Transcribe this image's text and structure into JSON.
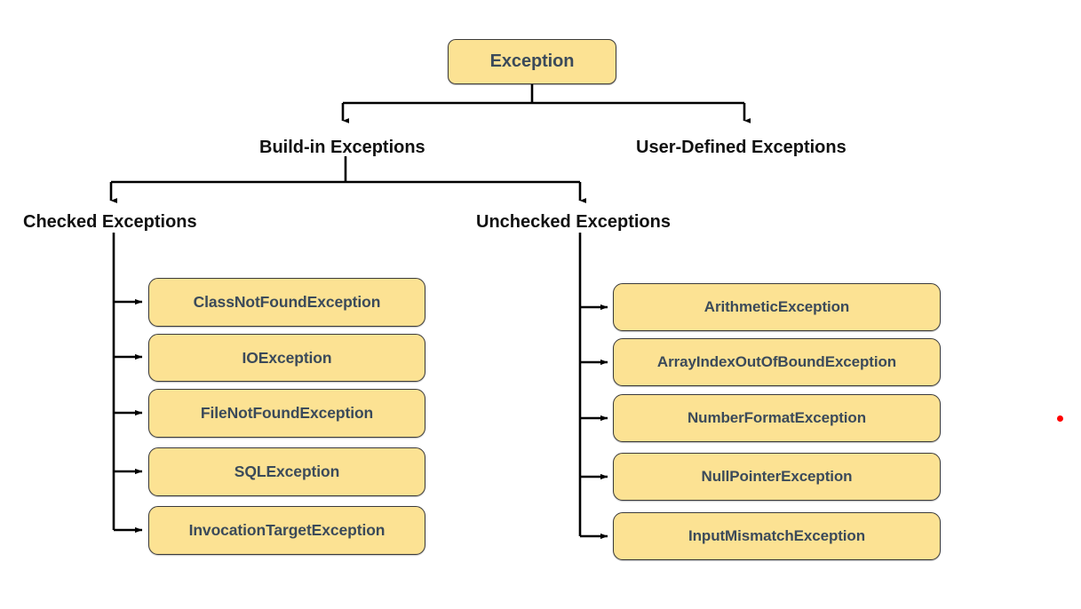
{
  "diagram": {
    "title_node": {
      "label": "Exception"
    },
    "level2": [
      {
        "label": "Build-in Exceptions"
      },
      {
        "label": "User-Defined Exceptions"
      }
    ],
    "level3": [
      {
        "label": "Checked Exceptions"
      },
      {
        "label": "Unchecked Exceptions"
      }
    ],
    "checked_exceptions": [
      {
        "label": "ClassNotFoundException"
      },
      {
        "label": "IOException"
      },
      {
        "label": "FileNotFoundException"
      },
      {
        "label": "SQLException"
      },
      {
        "label": "InvocationTargetException"
      }
    ],
    "unchecked_exceptions": [
      {
        "label": "ArithmeticException"
      },
      {
        "label": "ArrayIndexOutOfBoundException"
      },
      {
        "label": "NumberFormatException"
      },
      {
        "label": "NullPointerException"
      },
      {
        "label": "InputMismatchException"
      }
    ],
    "colors": {
      "node_fill": "#FCE293",
      "node_border": "#3A3A3A",
      "node_text": "#3B4A5A",
      "label_text": "#111111",
      "connector": "#000000",
      "marker_dot": "#FF0000",
      "background": "#FFFFFF"
    }
  }
}
